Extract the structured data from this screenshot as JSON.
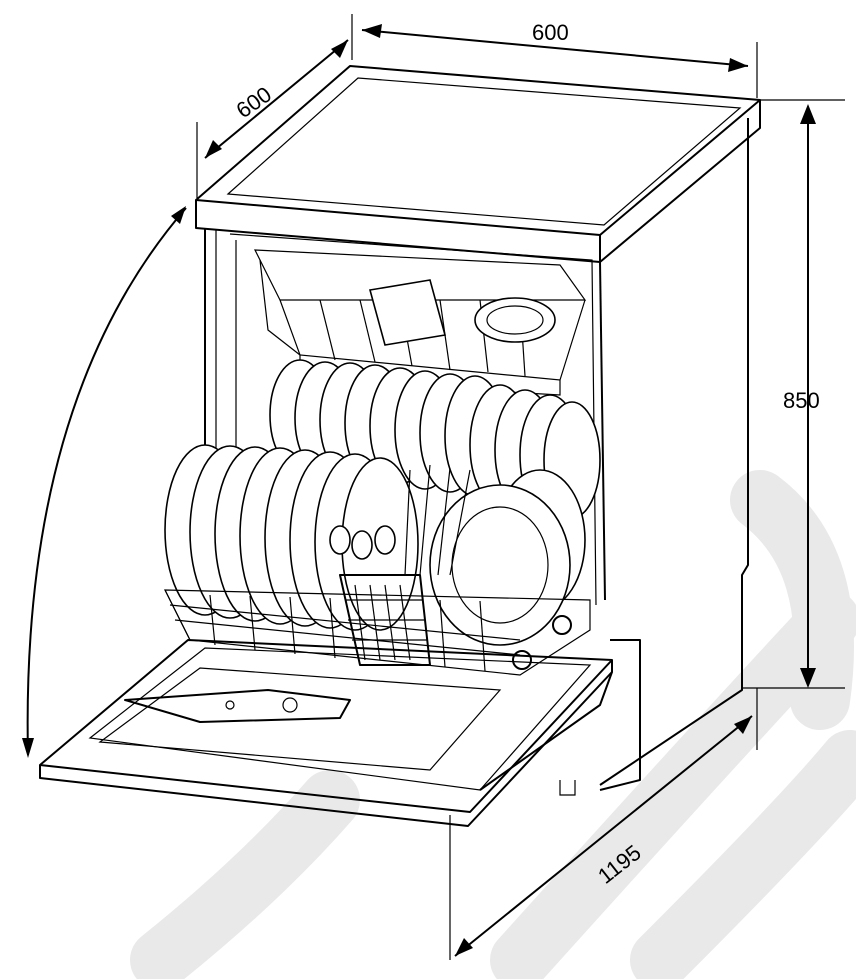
{
  "dimensions": {
    "width_top": "600",
    "depth": "600",
    "height": "850",
    "door_open_depth": "1195"
  },
  "colors": {
    "line": "#000000",
    "background": "#ffffff",
    "watermark": "#e9e9e9"
  }
}
